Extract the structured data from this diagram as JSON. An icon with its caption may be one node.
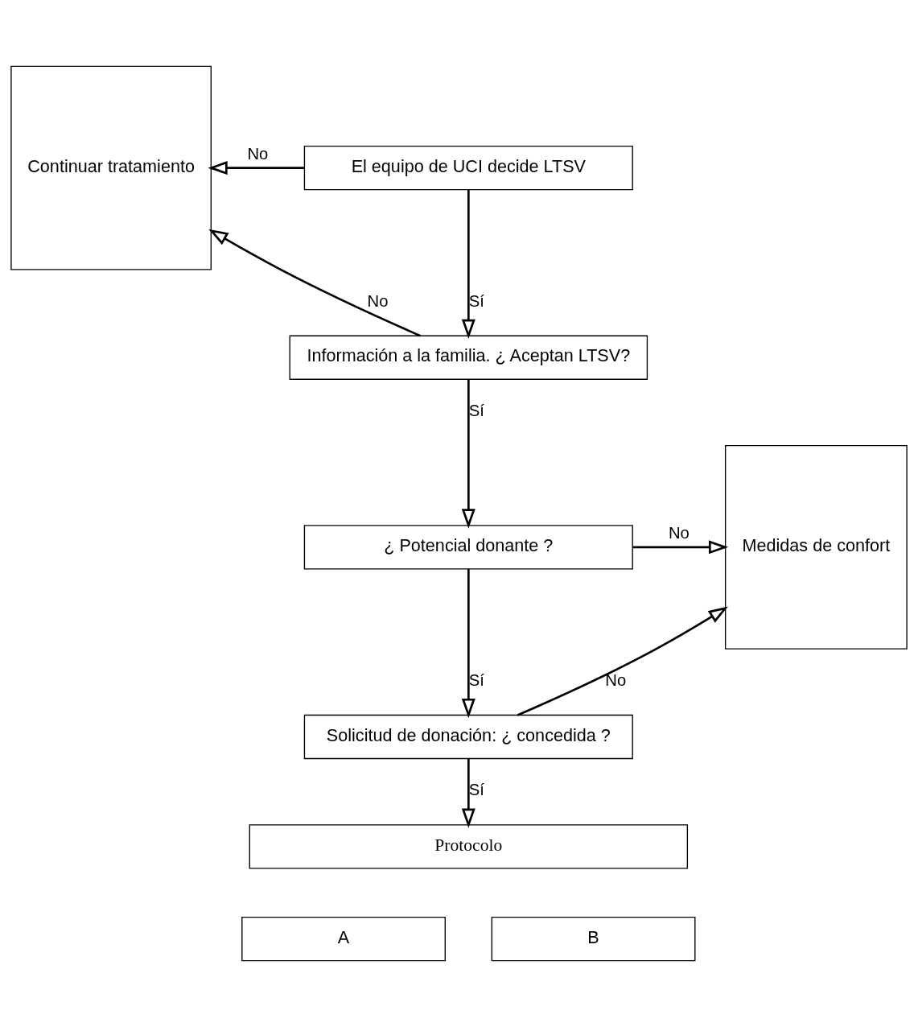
{
  "diagram": {
    "nodes": [
      {
        "text": [
          "Continuar tratamiento"
        ]
      },
      {
        "text": [
          "Medidas de confort"
        ]
      },
      {
        "text": [
          "El equipo de UCI decide LTSV"
        ]
      },
      {
        "text": [
          "Información a la familia. ¿ Aceptan LTSV?"
        ]
      },
      {
        "text": [
          "¿ Potencial donante ?"
        ]
      },
      {
        "text": [
          "Solicitud de donación: ¿ concedida ?"
        ]
      },
      {
        "text": [
          "Protocolo"
        ]
      },
      {
        "text": [
          "A"
        ]
      },
      {
        "text": [
          "B"
        ]
      }
    ],
    "edges": [
      {
        "from": 2,
        "to": 0,
        "arrow": "to",
        "label": "No"
      },
      {
        "from": 2,
        "to": 3,
        "arrow": "to",
        "label": "Sí"
      },
      {
        "from": 3,
        "to": 0,
        "arrow": "to",
        "label": "No"
      },
      {
        "from": 3,
        "to": 4,
        "arrow": "to",
        "label": "Sí"
      },
      {
        "from": 4,
        "to": 1,
        "arrow": "to",
        "label": "No"
      },
      {
        "from": 4,
        "to": 5,
        "arrow": "to",
        "label": "Sí"
      },
      {
        "from": 5,
        "to": 1,
        "arrow": "to",
        "label": "No"
      },
      {
        "from": 5,
        "to": 6,
        "arrow": "to",
        "label": "Sí"
      }
    ]
  }
}
